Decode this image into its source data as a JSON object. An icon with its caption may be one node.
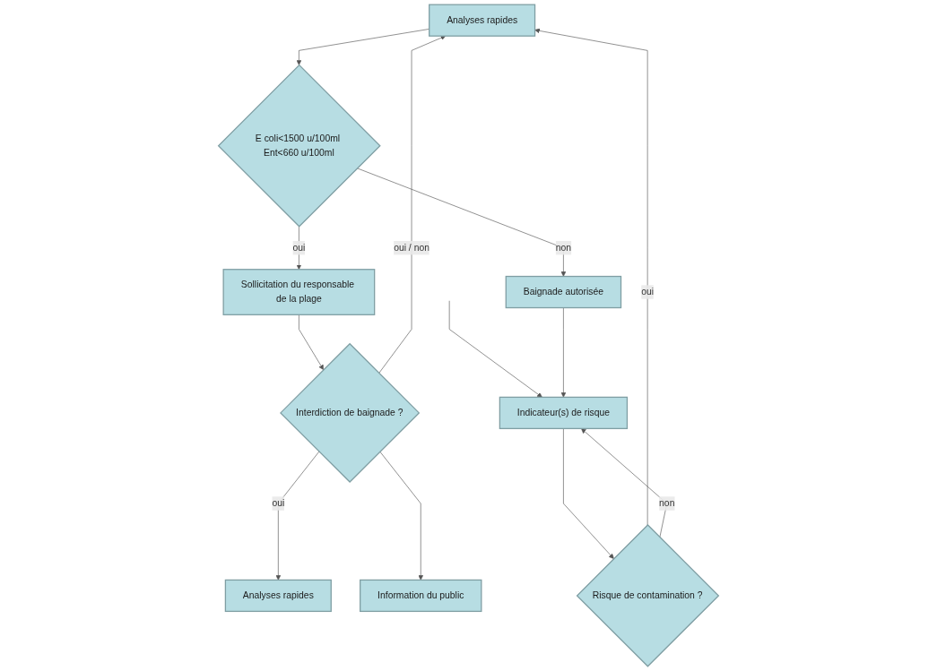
{
  "diagram": {
    "nodes": [
      {
        "text": [
          "Analyses rapides"
        ]
      },
      {
        "text": [
          "E coli<1500 u/100ml Ent<660 u/100ml"
        ]
      },
      {
        "text": [
          "Sollicitation du responsable de la plage"
        ]
      },
      {
        "text": [
          "Interdiction de baignade ?"
        ]
      },
      {
        "text": [
          "Risque de contamination ?"
        ]
      },
      {
        "text": [
          "Baignade autorisée"
        ]
      },
      {
        "text": [
          "Indicateur(s) de risque"
        ]
      },
      {
        "text": [
          "Information du public"
        ]
      },
      {
        "text": [
          "Analyses rapides"
        ]
      }
    ],
    "edges": [
      {
        "from": null,
        "to": 6,
        "arrow": "to"
      },
      {
        "from": 6,
        "to": 4,
        "arrow": "to"
      },
      {
        "from": 4,
        "to": 0,
        "arrow": "to",
        "label": "oui"
      },
      {
        "from": 4,
        "to": 6,
        "arrow": "to",
        "label": "non"
      },
      {
        "from": 0,
        "to": 1,
        "arrow": "to"
      },
      {
        "from": 1,
        "to": 2,
        "arrow": "to",
        "label": "oui"
      },
      {
        "from": 1,
        "to": 5,
        "arrow": "to",
        "label": "non"
      },
      {
        "from": 2,
        "to": 3,
        "arrow": "to"
      },
      {
        "from": 3,
        "to": 0,
        "arrow": "to",
        "label": "oui / non"
      },
      {
        "from": 3,
        "to": 8,
        "arrow": "to",
        "label": "oui"
      },
      {
        "from": 3,
        "to": 7,
        "arrow": "to"
      },
      {
        "from": 5,
        "to": 6,
        "arrow": "to"
      }
    ]
  }
}
